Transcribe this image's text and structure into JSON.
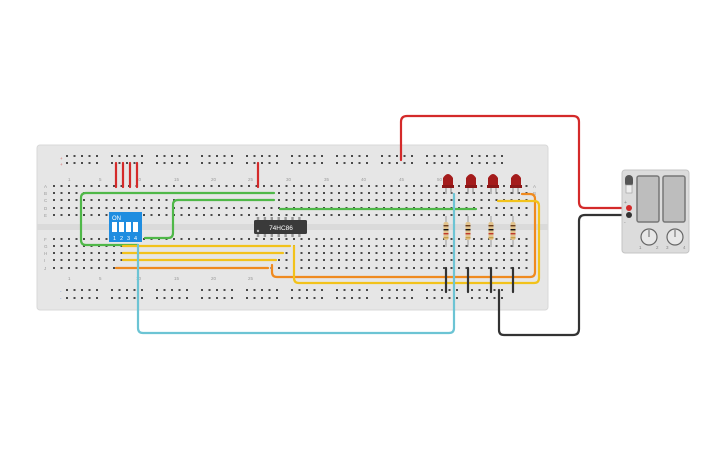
{
  "circuit": {
    "ic_label": "74HC86",
    "dip": {
      "on_label": "ON",
      "pins": [
        "1",
        "2",
        "3",
        "4"
      ]
    },
    "column_numbers_top": [
      "1",
      "5",
      "10",
      "15",
      "20",
      "25",
      "30",
      "35",
      "40",
      "45",
      "50"
    ],
    "column_numbers_bottom": [
      "1",
      "5",
      "10",
      "15",
      "20",
      "25"
    ],
    "row_letters_left": [
      "A",
      "B",
      "C",
      "D",
      "E",
      "F",
      "G",
      "H",
      "I",
      "J"
    ],
    "row_letters_right": [
      "A",
      "B"
    ],
    "rail_marks": [
      "+",
      "+",
      "-",
      "-"
    ],
    "battery_terminal_labels": [
      "+",
      "-"
    ],
    "battery_knob_labels": [
      "1",
      "2",
      "3",
      "4"
    ],
    "colors": {
      "board": "#e6e6e6",
      "red_wire": "#d42a2a",
      "green_wire": "#4fb848",
      "yellow_wire": "#f2c21b",
      "orange_wire": "#ef8a1f",
      "cyan_wire": "#6cc4d4",
      "black_wire": "#333333",
      "dip_switch": "#1f8de0",
      "led": "#a41c1c",
      "chip": "#3a3a3a"
    }
  }
}
